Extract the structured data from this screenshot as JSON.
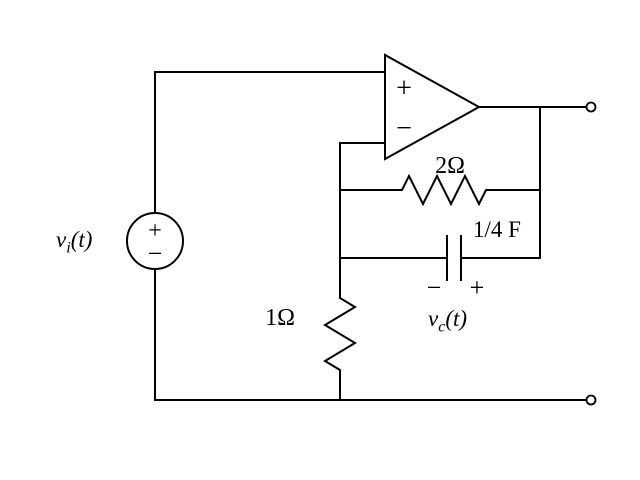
{
  "colors": {
    "background": "#ffffff",
    "line": "#000000"
  },
  "labels": {
    "source_voltage": {
      "base": "v",
      "sub": "i",
      "suffix": "(t)"
    },
    "cap_voltage": {
      "base": "v",
      "sub": "c",
      "suffix": "(t)"
    },
    "feedback_resistor": "2Ω",
    "capacitor": "1/4 F",
    "input_resistor": "1Ω",
    "opamp_plus": "+",
    "opamp_minus": "−",
    "source_plus": "+",
    "source_minus": "−",
    "cap_plus": "+",
    "cap_minus": "−"
  }
}
